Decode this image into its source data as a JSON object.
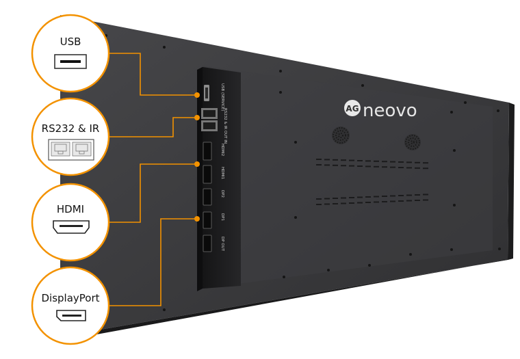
{
  "callouts": [
    {
      "id": "usb",
      "label": "USB",
      "port_icon": "usb-port-icon"
    },
    {
      "id": "rs232",
      "label": "RS232 & IR",
      "port_icon": "rj-dual-port-icon"
    },
    {
      "id": "hdmi",
      "label": "HDMI",
      "port_icon": "hdmi-port-icon"
    },
    {
      "id": "displayport",
      "label": "DisplayPort",
      "port_icon": "displayport-port-icon"
    }
  ],
  "panel_port_labels": {
    "usb": "USB (SERVICE)",
    "rs232": "RS232 & IR OUT IN",
    "hdmi2": "HDMI2",
    "hdmi1": "HDMI1",
    "dp2": "DP2",
    "dp1": "DP1",
    "dpout": "DP OUT"
  },
  "brand": {
    "logo_mark": "AG",
    "name": "neovo"
  },
  "colors": {
    "accent": "#f39200",
    "monitor_body": "#3a3a3c",
    "io_box": "#1f1f21",
    "callout_bg": "#ffffff",
    "text": "#111111"
  }
}
